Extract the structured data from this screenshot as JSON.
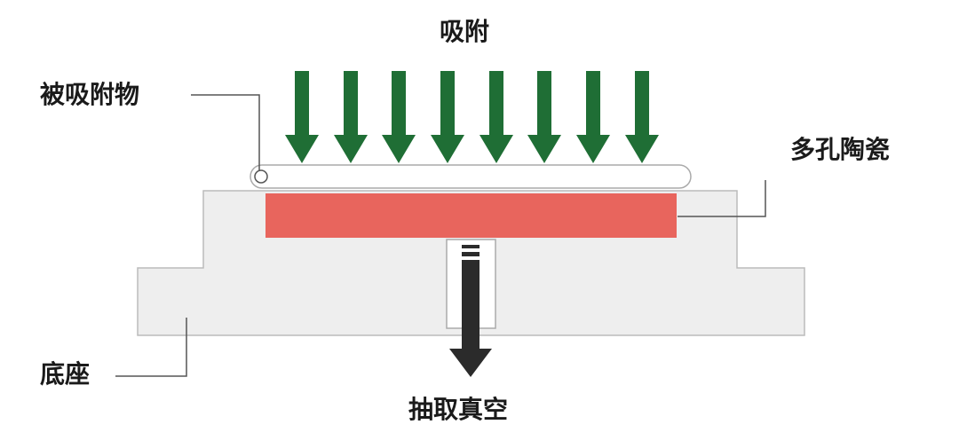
{
  "labels": {
    "adsorption": "吸附",
    "adsorbed_object": "被吸附物",
    "porous_ceramic": "多孔陶瓷",
    "base": "底座",
    "vacuum_extraction": "抽取真空"
  },
  "colors": {
    "arrow_green": "#1f6e35",
    "ceramic_red": "#e8655d",
    "base_fill": "#eeeeee",
    "base_stroke": "#bbbbbb",
    "vacuum_arrow": "#2b2b2b",
    "leader_line": "#555555"
  }
}
